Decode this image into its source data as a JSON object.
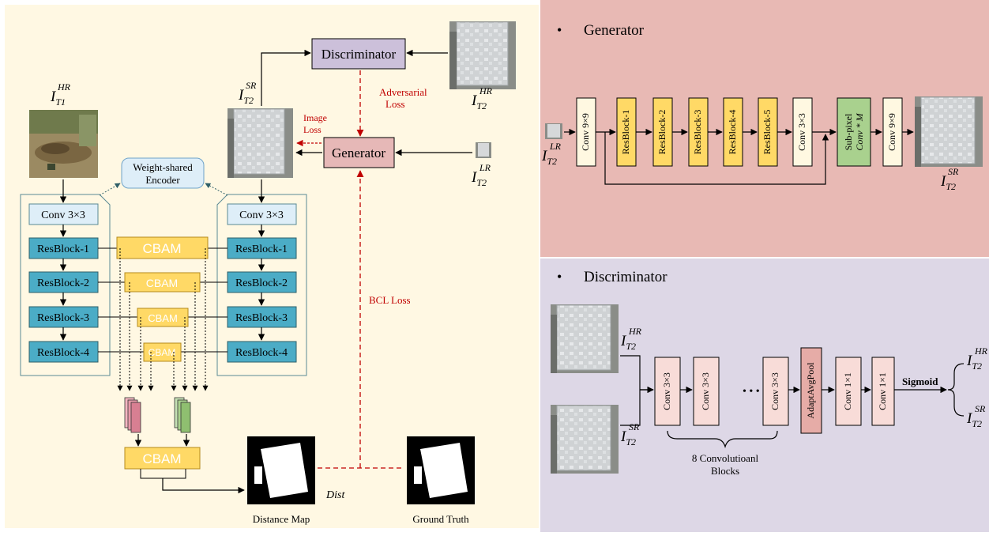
{
  "colors": {
    "left_panel": "#fff8e3",
    "gen_panel": "#e8b9b4",
    "disc_panel": "#ddd7e6",
    "conv_block": "#deeef8",
    "resblock": "#4bacc6",
    "cbam": "#ffd966",
    "generator_box": "#e6b8b7",
    "discriminator_box": "#ccc0da",
    "encoder_box": "#deeef8",
    "loss_red": "#c00000",
    "cream_block": "#fff8e1",
    "gen_resblock": "#ffd966",
    "subpixel": "#a9d18e",
    "disc_block": "#f8dcd8",
    "adapt_pool": "#e6aca7"
  },
  "left": {
    "discriminator": "Discriminator",
    "generator": "Generator",
    "encoder": [
      "Weight-shared",
      "Encoder"
    ],
    "adversarial_loss": [
      "Adversarial",
      "Loss"
    ],
    "image_loss": [
      "Image",
      "Loss"
    ],
    "bcl_loss": "BCL Loss",
    "conv": "Conv 3×3",
    "resblocks": [
      "ResBlock-1",
      "ResBlock-2",
      "ResBlock-3",
      "ResBlock-4"
    ],
    "cbam": "CBAM",
    "distance_map": "Distance Map",
    "ground_truth": "Ground Truth",
    "dist": "Dist"
  },
  "symbols": {
    "I": "I",
    "HR": "HR",
    "SR": "SR",
    "LR": "LR",
    "T1": "T1",
    "T2": "T2"
  },
  "generator_panel": {
    "heading": "Generator",
    "bullet": "•",
    "blocks": [
      "Conv 9×9",
      "ResBlock-1",
      "ResBlock-2",
      "ResBlock-3",
      "ResBlock-4",
      "ResBlock-5",
      "Conv 3×3",
      "Conv 9×9"
    ],
    "subpixel": [
      "Sub-pixel",
      "Conv * M"
    ]
  },
  "discriminator_panel": {
    "heading": "Discriminator",
    "bullet": "•",
    "blocks": [
      "Conv 3×3",
      "Conv 3×3",
      "Conv 3×3",
      "AdaptAvgPool",
      "Conv 1×1",
      "Conv 1×1"
    ],
    "ellipsis": "• • •",
    "sigmoid": "Sigmoid",
    "brace_label": [
      "8 Convolutioanl",
      "Blocks"
    ]
  }
}
